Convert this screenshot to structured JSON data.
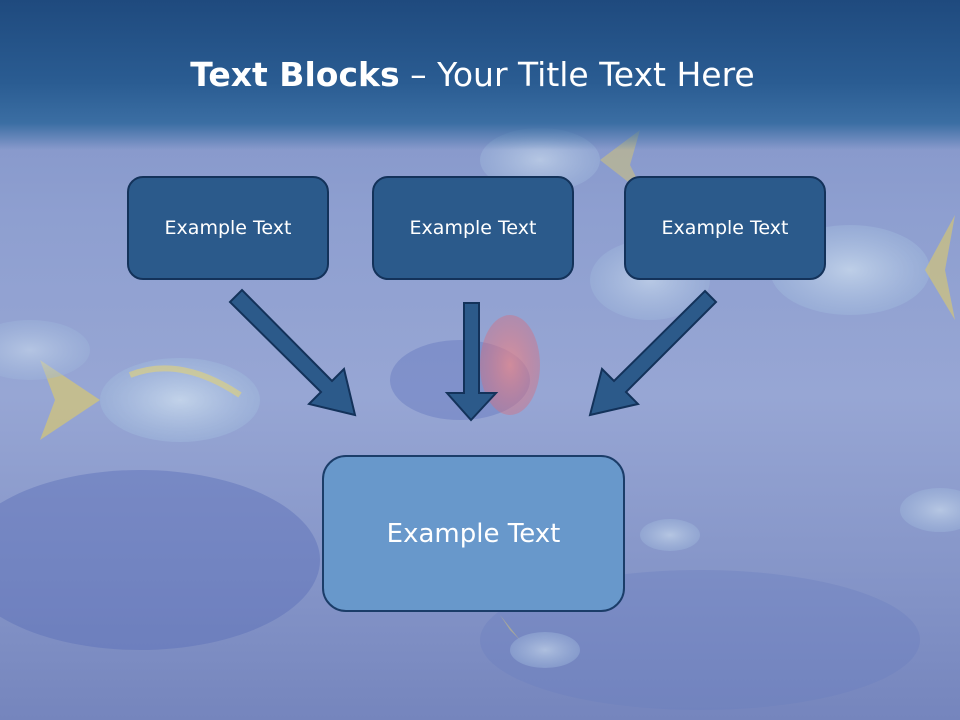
{
  "title": {
    "bold_part": "Text Blocks",
    "separator": " – ",
    "regular_part": "Your Title Text Here"
  },
  "blocks": {
    "top": [
      {
        "label": "Example Text"
      },
      {
        "label": "Example Text"
      },
      {
        "label": "Example Text"
      }
    ],
    "bottom": {
      "label": "Example Text"
    }
  },
  "colors": {
    "header": "#1f4a7e",
    "box_dark": "#2b5a8b",
    "box_light": "#6898cb",
    "arrow_fill": "#2c5a8a",
    "outline": "#13325a"
  }
}
